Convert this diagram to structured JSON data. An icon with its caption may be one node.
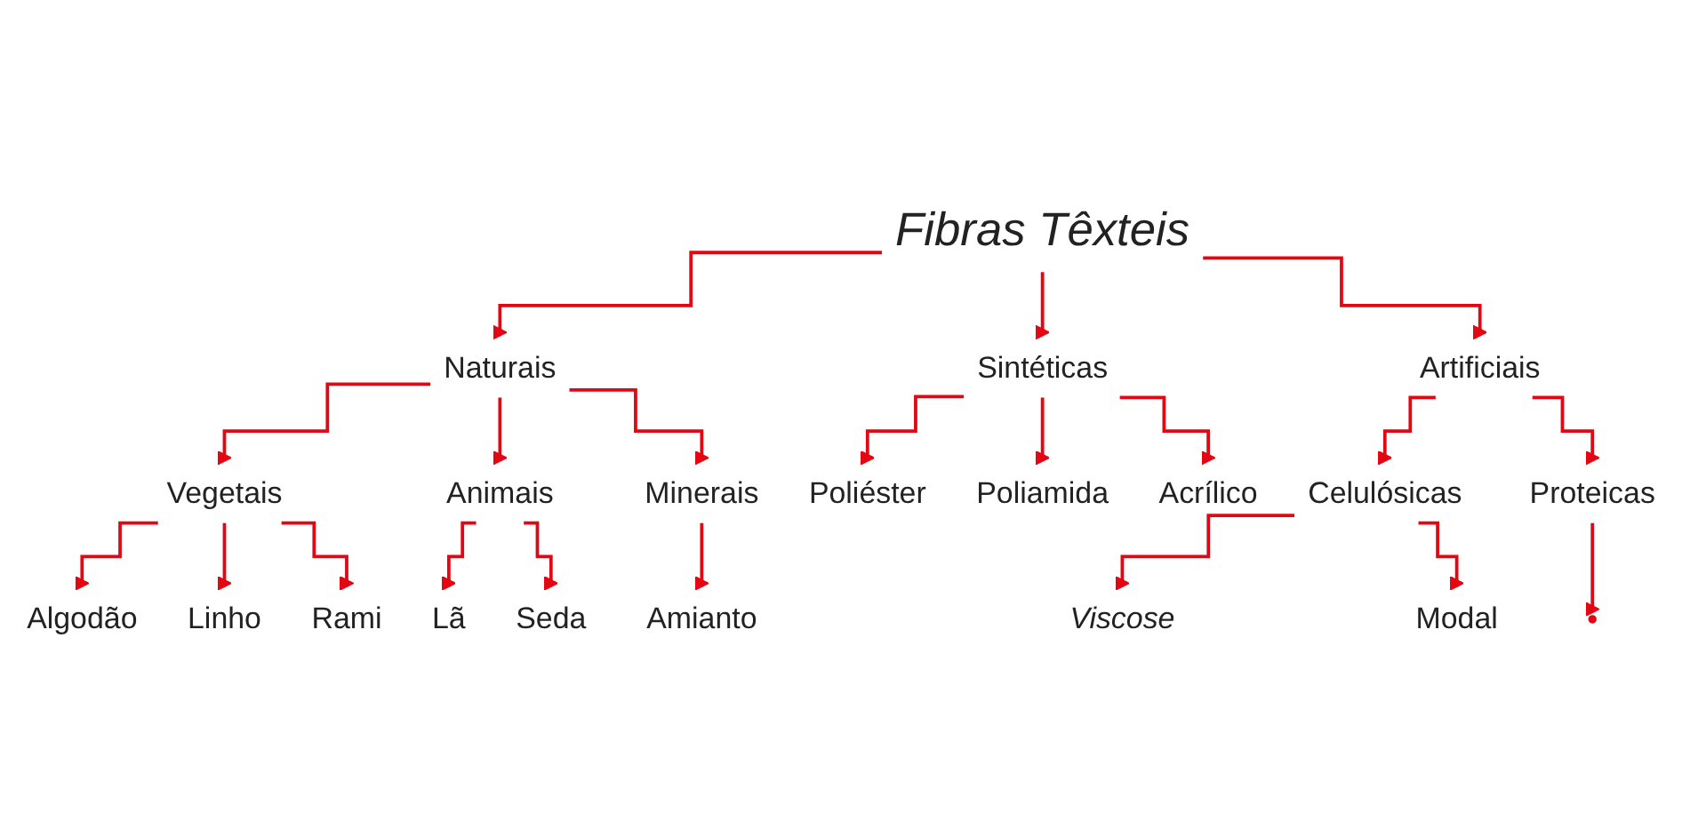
{
  "diagram": {
    "nodes": [
      {
        "text": [
          "Fibras Têxteis"
        ]
      },
      {
        "text": [
          "Naturais"
        ]
      },
      {
        "text": [
          "Sintéticas"
        ]
      },
      {
        "text": [
          "Artificiais"
        ]
      },
      {
        "text": [
          "Vegetais"
        ]
      },
      {
        "text": [
          "Animais"
        ]
      },
      {
        "text": [
          "Minerais"
        ]
      },
      {
        "text": [
          "Algodão"
        ]
      },
      {
        "text": [
          "Linho"
        ]
      },
      {
        "text": [
          "Rami"
        ]
      },
      {
        "text": [
          "Lã"
        ]
      },
      {
        "text": [
          "Seda"
        ]
      },
      {
        "text": [
          "Amianto"
        ]
      },
      {
        "text": [
          "Poliéster"
        ]
      },
      {
        "text": [
          "Poliamida"
        ]
      },
      {
        "text": [
          "Acrílico"
        ]
      },
      {
        "text": [
          "Celulósicas"
        ]
      },
      {
        "text": [
          "Proteicas"
        ]
      },
      {
        "text": [
          "Viscose"
        ]
      },
      {
        "text": [
          "Modal"
        ]
      },
      {
        "text": [],
        "shape": "circle"
      }
    ],
    "edges": [
      {
        "from": 0,
        "to": 1,
        "arrow": "to"
      },
      {
        "from": 0,
        "to": 2,
        "arrow": "to"
      },
      {
        "from": 0,
        "to": 3,
        "arrow": "to"
      },
      {
        "from": 1,
        "to": 4,
        "arrow": "to"
      },
      {
        "from": 1,
        "to": 5,
        "arrow": "to"
      },
      {
        "from": 1,
        "to": 6,
        "arrow": "to"
      },
      {
        "from": 4,
        "to": 7,
        "arrow": "to"
      },
      {
        "from": 4,
        "to": 8,
        "arrow": "to"
      },
      {
        "from": 4,
        "to": 9,
        "arrow": "to"
      },
      {
        "from": 5,
        "to": 10,
        "arrow": "to"
      },
      {
        "from": 5,
        "to": 11,
        "arrow": "to"
      },
      {
        "from": 6,
        "to": 12,
        "arrow": "to"
      },
      {
        "from": 2,
        "to": 13,
        "arrow": "to"
      },
      {
        "from": 2,
        "to": 14,
        "arrow": "to"
      },
      {
        "from": 2,
        "to": 15,
        "arrow": "to"
      },
      {
        "from": 3,
        "to": 16,
        "arrow": "to"
      },
      {
        "from": 3,
        "to": 17,
        "arrow": "to"
      },
      {
        "from": 16,
        "to": 18,
        "arrow": "to"
      },
      {
        "from": 16,
        "to": 19,
        "arrow": "to"
      },
      {
        "from": 17,
        "to": 20,
        "arrow": "to"
      }
    ]
  }
}
